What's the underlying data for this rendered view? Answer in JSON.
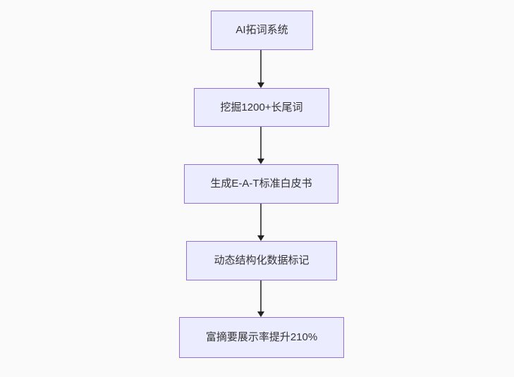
{
  "flowchart": {
    "type": "flowchart",
    "direction": "top-down",
    "nodes": [
      {
        "id": "n1",
        "label": "AI拓词系统"
      },
      {
        "id": "n2",
        "label": "挖掘1200+长尾词"
      },
      {
        "id": "n3",
        "label": "生成E-A-T标准白皮书"
      },
      {
        "id": "n4",
        "label": "动态结构化数据标记"
      },
      {
        "id": "n5",
        "label": "富摘要展示率提升210%"
      }
    ],
    "edges": [
      {
        "from": "n1",
        "to": "n2"
      },
      {
        "from": "n2",
        "to": "n3"
      },
      {
        "from": "n3",
        "to": "n4"
      },
      {
        "from": "n4",
        "to": "n5"
      }
    ],
    "colors": {
      "node_fill": "#ECECFF",
      "node_border": "#9370DB",
      "node_text": "#333333",
      "edge_line": "#555555",
      "arrowhead": "#222222",
      "background": "#fafafa"
    }
  }
}
